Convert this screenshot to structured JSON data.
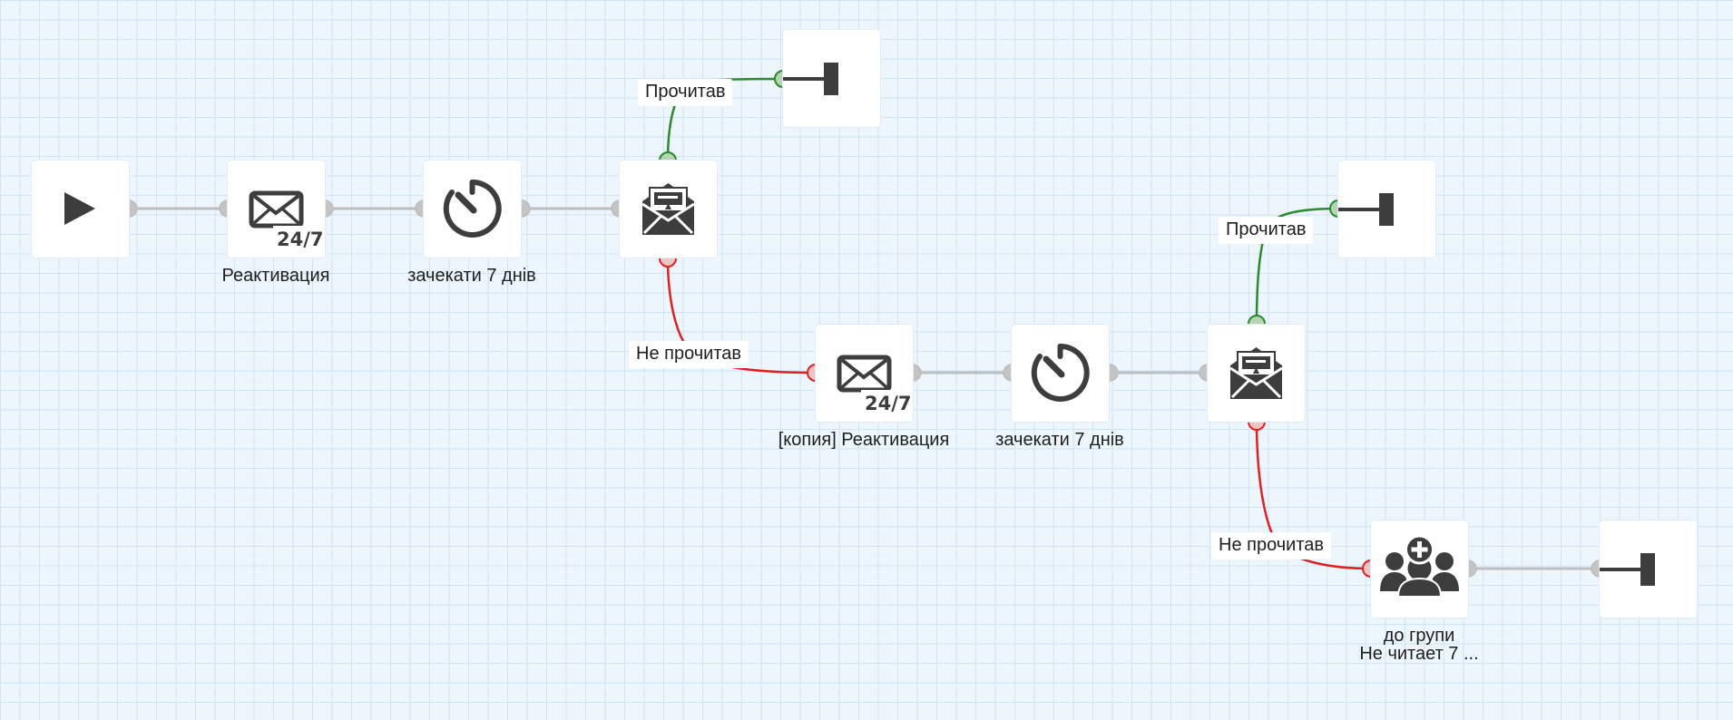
{
  "nodes": {
    "start": {
      "icon": "play-icon"
    },
    "email1": {
      "icon": "envelope-icon",
      "badge": "24/7",
      "caption": "Реактивация"
    },
    "timer1": {
      "icon": "timer-icon",
      "caption": "зачекати 7 днів"
    },
    "check1": {
      "icon": "open-envelope-icon"
    },
    "end1": {
      "icon": "end-icon"
    },
    "email2": {
      "icon": "envelope-icon",
      "badge": "24/7",
      "caption": "[копия] Реактивация"
    },
    "timer2": {
      "icon": "timer-icon",
      "caption": "зачекати 7 днів"
    },
    "check2": {
      "icon": "open-envelope-icon"
    },
    "end2": {
      "icon": "end-icon"
    },
    "group": {
      "icon": "add-group-icon",
      "caption_line1": "до групи",
      "caption_line2": "Не читает 7 ..."
    },
    "end3": {
      "icon": "end-icon"
    }
  },
  "edges": {
    "check1_read": "Прочитав",
    "check1_unread": "Не прочитав",
    "check2_read": "Прочитав",
    "check2_unread": "Не прочитав"
  },
  "colors": {
    "wire_default": "#bdbdbd",
    "wire_read": "#2b8a2b",
    "wire_unread": "#e02020",
    "port_default": "#c4c4c4",
    "port_read_fill": "#b4d4b4",
    "port_unread_fill": "#eec4c4",
    "icon": "#3d3d3d"
  }
}
